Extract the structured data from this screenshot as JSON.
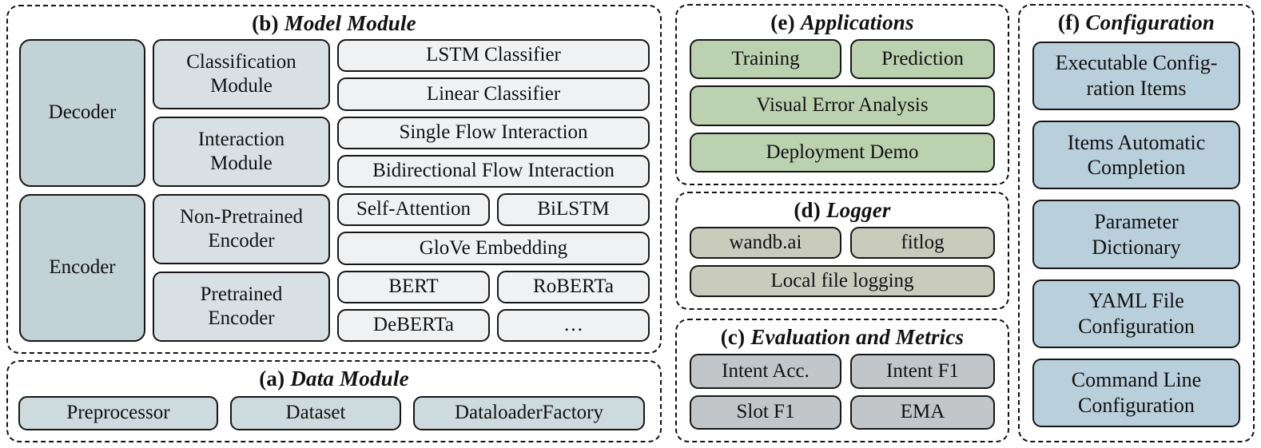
{
  "colors": {
    "box-dark": "#c3d2d7",
    "box-mid": "#d9e0e3",
    "box-light": "#f0f1f2",
    "box-data": "#cddade",
    "box-green": "#bbd1b0",
    "box-logger": "#c9ccbd",
    "box-metric": "#c2c6c9",
    "box-config": "#b9cfdc",
    "border": "#161616",
    "background": "#ffffff"
  },
  "model_module": {
    "label": "(b)",
    "title": "Model Module",
    "decoder": "Decoder",
    "encoder": "Encoder",
    "modules": [
      "Classification\nModule",
      "Interaction\nModule",
      "Non-Pretrained\nEncoder",
      "Pretrained\nEncoder"
    ],
    "components": {
      "lstm_classifier": "LSTM Classifier",
      "linear_classifier": "Linear Classifier",
      "single_flow": "Single Flow Interaction",
      "bidirectional_flow": "Bidirectional Flow Interaction",
      "self_attention": "Self-Attention",
      "bilstm": "BiLSTM",
      "glove": "GloVe Embedding",
      "bert": "BERT",
      "roberta": "RoBERTa",
      "deberta": "DeBERTa",
      "ellipsis": "…"
    }
  },
  "data_module": {
    "label": "(a)",
    "title": "Data Module",
    "items": [
      "Preprocessor",
      "Dataset",
      "DataloaderFactory"
    ]
  },
  "applications": {
    "label": "(e)",
    "title": "Applications",
    "items": [
      "Training",
      "Prediction",
      "Visual Error Analysis",
      "Deployment Demo"
    ]
  },
  "logger": {
    "label": "(d)",
    "title": "Logger",
    "items": [
      "wandb.ai",
      "fitlog",
      "Local file logging"
    ]
  },
  "evaluation": {
    "label": "(c)",
    "title": "Evaluation and Metrics",
    "items": [
      "Intent Acc.",
      "Intent F1",
      "Slot F1",
      "EMA"
    ]
  },
  "configuration": {
    "label": "(f)",
    "title": "Configuration",
    "items": [
      "Executable Config-\nration Items",
      "Items Automatic\nCompletion",
      "Parameter\nDictionary",
      "YAML File\nConfiguration",
      "Command Line\nConfiguration"
    ]
  }
}
